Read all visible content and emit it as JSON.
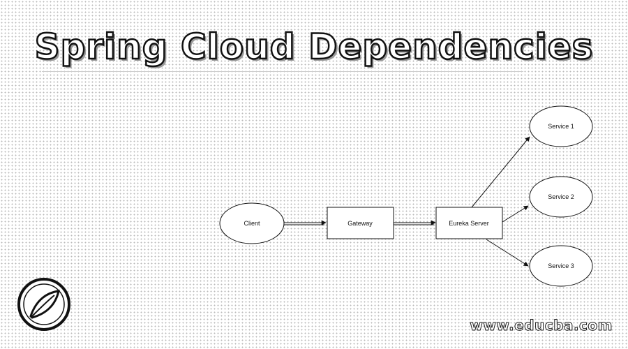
{
  "title": "Spring Cloud Dependencies",
  "diagram": {
    "nodes": [
      {
        "id": "client",
        "label": "Client",
        "shape": "ellipse"
      },
      {
        "id": "gateway",
        "label": "Gateway",
        "shape": "rect"
      },
      {
        "id": "eureka",
        "label": "Eureka Server",
        "shape": "rect"
      },
      {
        "id": "service1",
        "label": "Service 1",
        "shape": "ellipse"
      },
      {
        "id": "service2",
        "label": "Service 2",
        "shape": "ellipse"
      },
      {
        "id": "service3",
        "label": "Service 3",
        "shape": "ellipse"
      }
    ],
    "edges": [
      {
        "from": "client",
        "to": "gateway",
        "style": "double"
      },
      {
        "from": "gateway",
        "to": "eureka",
        "style": "double"
      },
      {
        "from": "eureka",
        "to": "service1",
        "style": "single"
      },
      {
        "from": "eureka",
        "to": "service2",
        "style": "single"
      },
      {
        "from": "eureka",
        "to": "service3",
        "style": "single"
      }
    ]
  },
  "logo_icon": "spring-leaf-icon",
  "watermark": "www.educba.com",
  "colors": {
    "stroke": "#111111",
    "dots": "#b9b9b9",
    "background": "#ffffff"
  }
}
